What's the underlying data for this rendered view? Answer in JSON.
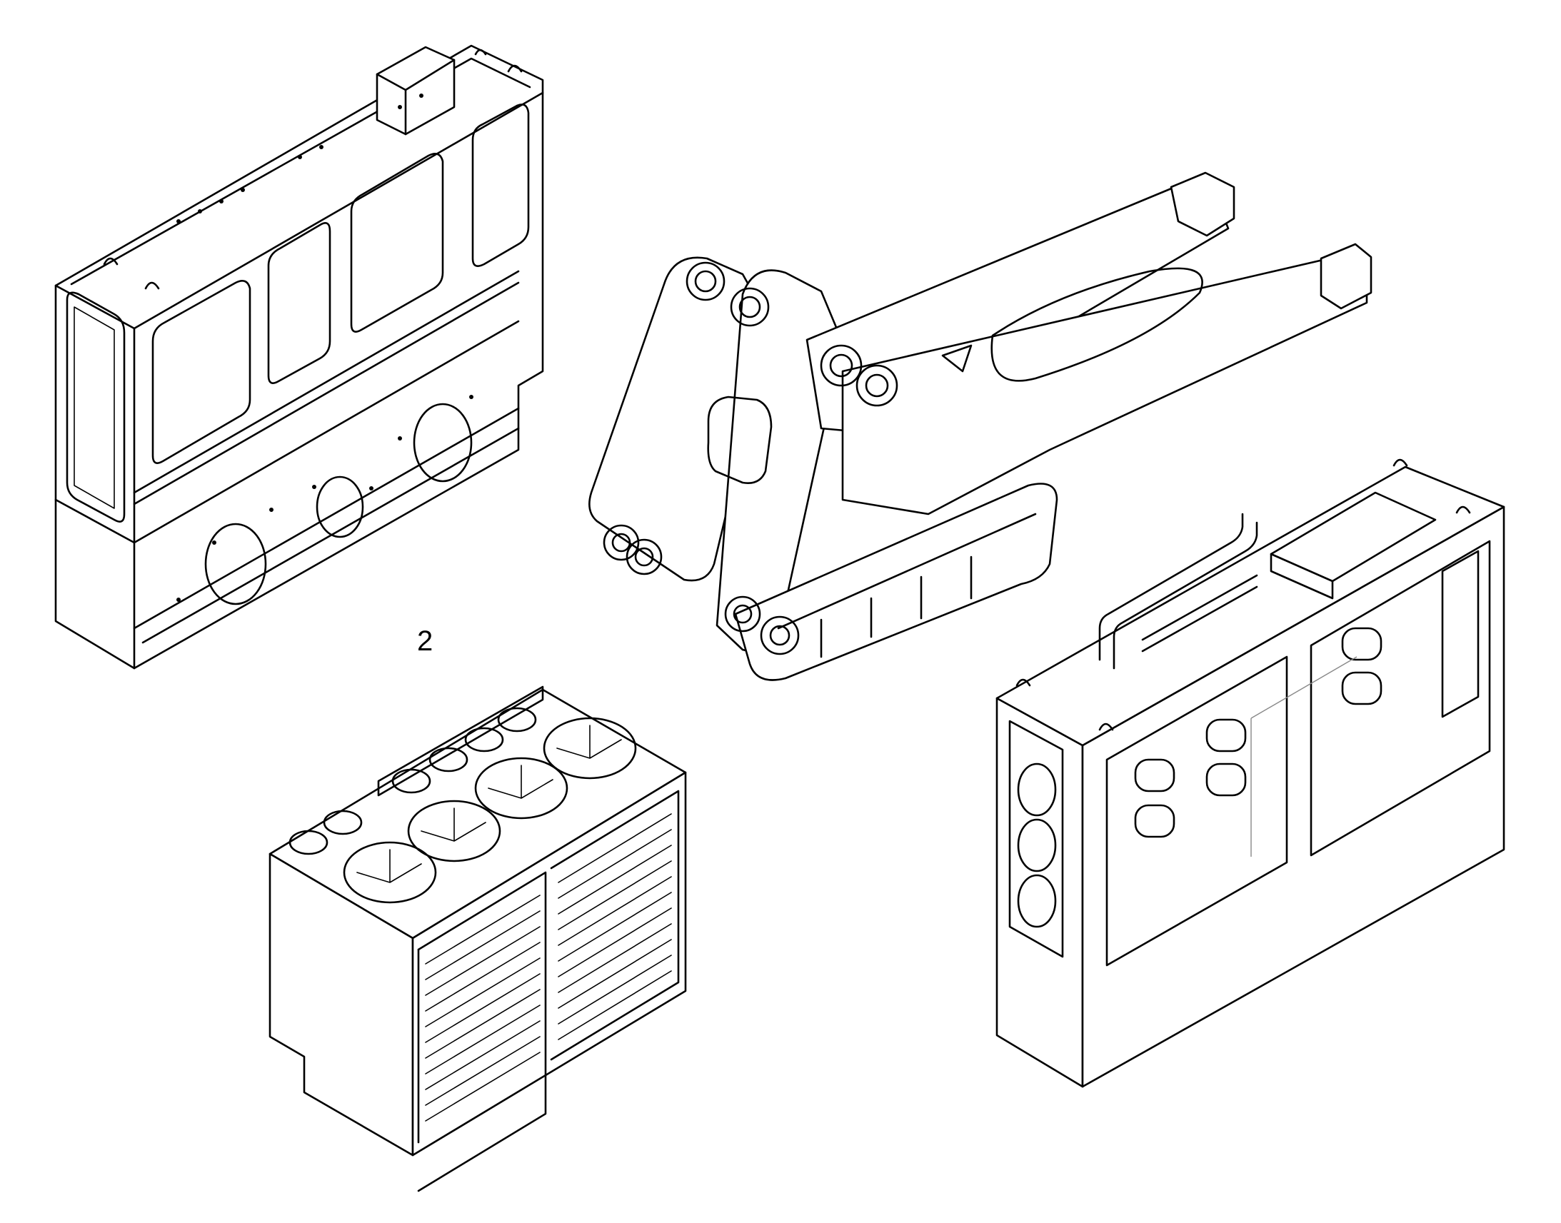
{
  "figure": {
    "callouts": [
      {
        "id": "item-2",
        "label": "2"
      }
    ],
    "parts": [
      {
        "name": "rear-frame",
        "icon": "frame-icon"
      },
      {
        "name": "loader-arm-boom",
        "icon": "boom-icon"
      },
      {
        "name": "fuel-hydraulic-tank",
        "icon": "tank-icon"
      },
      {
        "name": "counterweight-housing",
        "icon": "housing-icon"
      }
    ],
    "line_color": "#000000",
    "background_color": "#ffffff"
  }
}
